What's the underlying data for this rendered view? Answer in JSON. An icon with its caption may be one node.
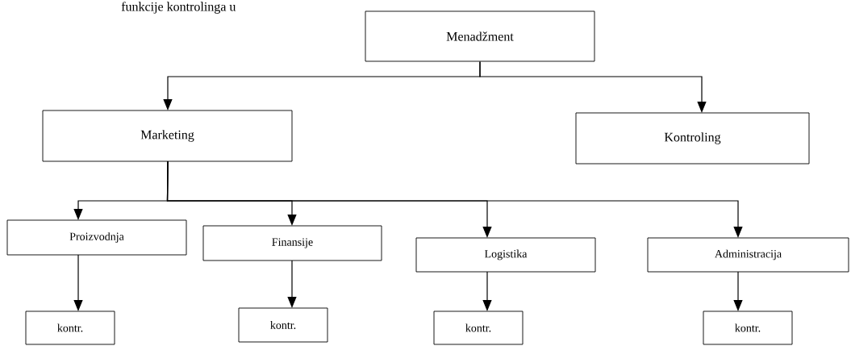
{
  "diagram": {
    "nodes": [
      {
        "text": [
          "Menadžment"
        ]
      },
      {
        "text": [
          "Marketing"
        ]
      },
      {
        "text": [
          "Kontroling"
        ]
      },
      {
        "text": [
          "Proizvodnja"
        ]
      },
      {
        "text": [
          "Finansije"
        ]
      },
      {
        "text": [
          "Logistika"
        ]
      },
      {
        "text": [
          "Administracija"
        ]
      },
      {
        "text": [
          "kontr."
        ]
      },
      {
        "text": [
          "kontr."
        ]
      },
      {
        "text": [
          "kontr."
        ]
      },
      {
        "text": [
          "kontr."
        ]
      }
    ],
    "edges": [
      {
        "from": 0,
        "to": 1,
        "arrow": "to"
      },
      {
        "from": 0,
        "to": 2,
        "arrow": "to"
      },
      {
        "from": 1,
        "to": 3,
        "arrow": "to"
      },
      {
        "from": 1,
        "to": 4,
        "arrow": "to"
      },
      {
        "from": 1,
        "to": 5,
        "arrow": "to"
      },
      {
        "from": 1,
        "to": 6,
        "arrow": "to"
      },
      {
        "from": 3,
        "to": 7,
        "arrow": "to"
      },
      {
        "from": 4,
        "to": 8,
        "arrow": "to"
      },
      {
        "from": 5,
        "to": 9,
        "arrow": "to"
      },
      {
        "from": 6,
        "to": 10,
        "arrow": "to"
      }
    ],
    "labels": [
      "funkcije kontrolinga u"
    ]
  }
}
